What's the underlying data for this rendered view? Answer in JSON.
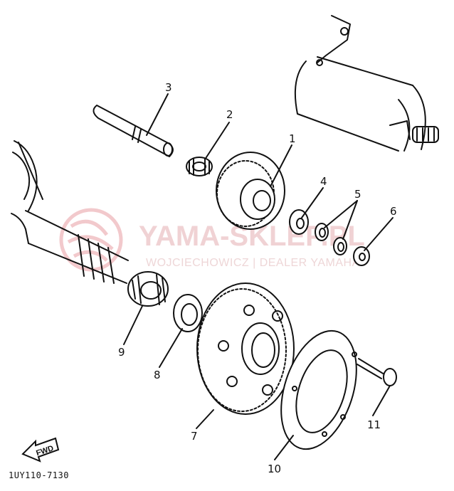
{
  "diagram_code": "1UY110-7130",
  "fwd_label": "FWD",
  "watermark": {
    "title": "YAMA-SKLEP.PL",
    "subtitle": "WOJCIECHOWICZ | DEALER YAMAHA"
  },
  "callouts": {
    "c1": "1",
    "c2": "2",
    "c3": "3",
    "c4": "4",
    "c5": "5",
    "c6": "6",
    "c7": "7",
    "c8": "8",
    "c9": "9",
    "c10": "10",
    "c11": "11"
  },
  "colors": {
    "ink": "#111111",
    "watermark": "#f0d2d4"
  }
}
